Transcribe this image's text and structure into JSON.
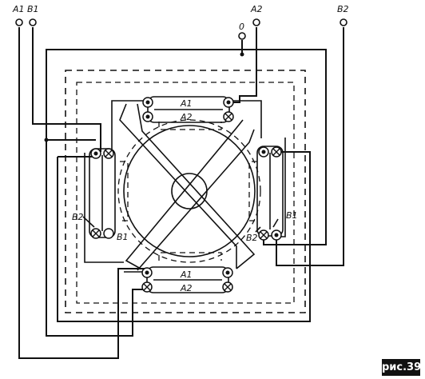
{
  "figure": {
    "caption": "рис.39"
  },
  "terminals": {
    "a1_top": "A1",
    "b1_top": "B1",
    "a2_top": "A2",
    "b2_top": "B2",
    "zero": "0"
  },
  "coils": {
    "a1_top": "A1",
    "a2_top": "A2",
    "a1_bottom": "A1",
    "a2_bottom": "A2",
    "b2_left": "B2",
    "b1_left": "B1",
    "b2_right": "B2",
    "b1_right": "B1"
  }
}
